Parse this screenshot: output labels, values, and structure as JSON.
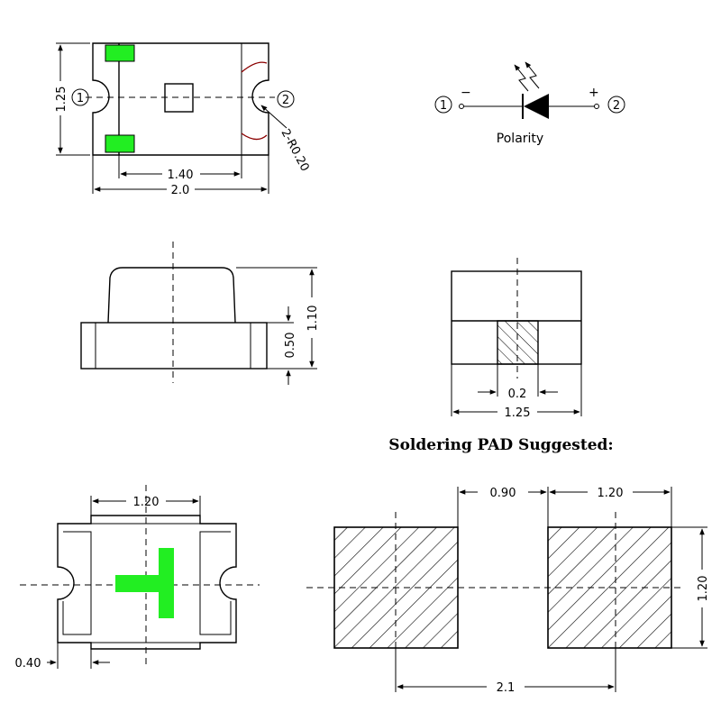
{
  "colors": {
    "line": "#000000",
    "pad_green": "#22ee22",
    "marker_red": "#8b0000"
  },
  "top_view": {
    "dim_height": "1.25",
    "dim_inner_width": "1.40",
    "dim_width": "2.0",
    "radius_note": "2-R0.20",
    "pin1": "1",
    "pin2": "2"
  },
  "polarity": {
    "label": "Polarity",
    "pin1": "1",
    "pin2": "2",
    "minus": "−",
    "plus": "+"
  },
  "side_view": {
    "dim_total_height": "1.10",
    "dim_base_height": "0.50"
  },
  "end_view": {
    "dim_slot": "0.2",
    "dim_width": "1.25"
  },
  "soldering": {
    "title": "Soldering PAD Suggested:"
  },
  "bottom_view": {
    "dim_width": "1.20",
    "dim_terminal": "0.40"
  },
  "pad_layout": {
    "dim_gap": "0.90",
    "dim_pad_width": "1.20",
    "dim_pad_height": "1.20",
    "dim_pitch": "2.1"
  }
}
